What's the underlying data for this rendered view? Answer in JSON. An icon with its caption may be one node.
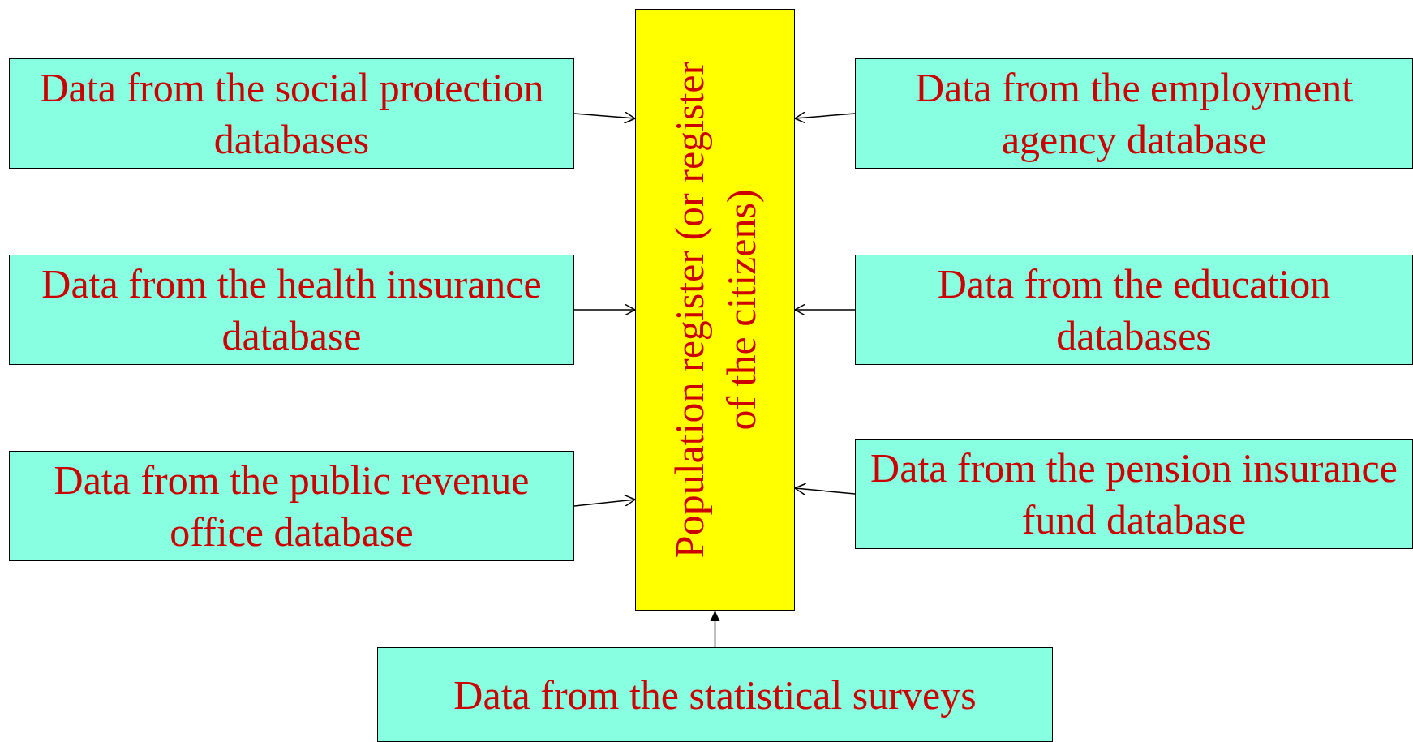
{
  "diagram": {
    "nodes": [
      {
        "text": [
          "Data from the social protection databases"
        ]
      },
      {
        "text": [
          "Population register (or register of the citizens)"
        ]
      },
      {
        "text": [
          "Data from the employment agency database"
        ]
      },
      {
        "text": [
          "Data from the health insurance database"
        ]
      },
      {
        "text": [
          "Data from the education databases"
        ]
      },
      {
        "text": [
          "Data from the public revenue office database"
        ]
      },
      {
        "text": [
          "Data from the pension insurance fund database"
        ]
      },
      {
        "text": [
          "Data from the statistical surveys"
        ]
      }
    ],
    "edges": [
      {
        "from": 0,
        "to": 1,
        "arrow": "to"
      },
      {
        "from": 2,
        "to": 1,
        "arrow": "to"
      },
      {
        "from": 3,
        "to": 1,
        "arrow": "to"
      },
      {
        "from": 4,
        "to": 1,
        "arrow": "to"
      },
      {
        "from": 5,
        "to": 1,
        "arrow": "to"
      },
      {
        "from": 6,
        "to": 1,
        "arrow": "to"
      },
      {
        "from": 7,
        "to": 1,
        "arrow": "to"
      }
    ]
  }
}
